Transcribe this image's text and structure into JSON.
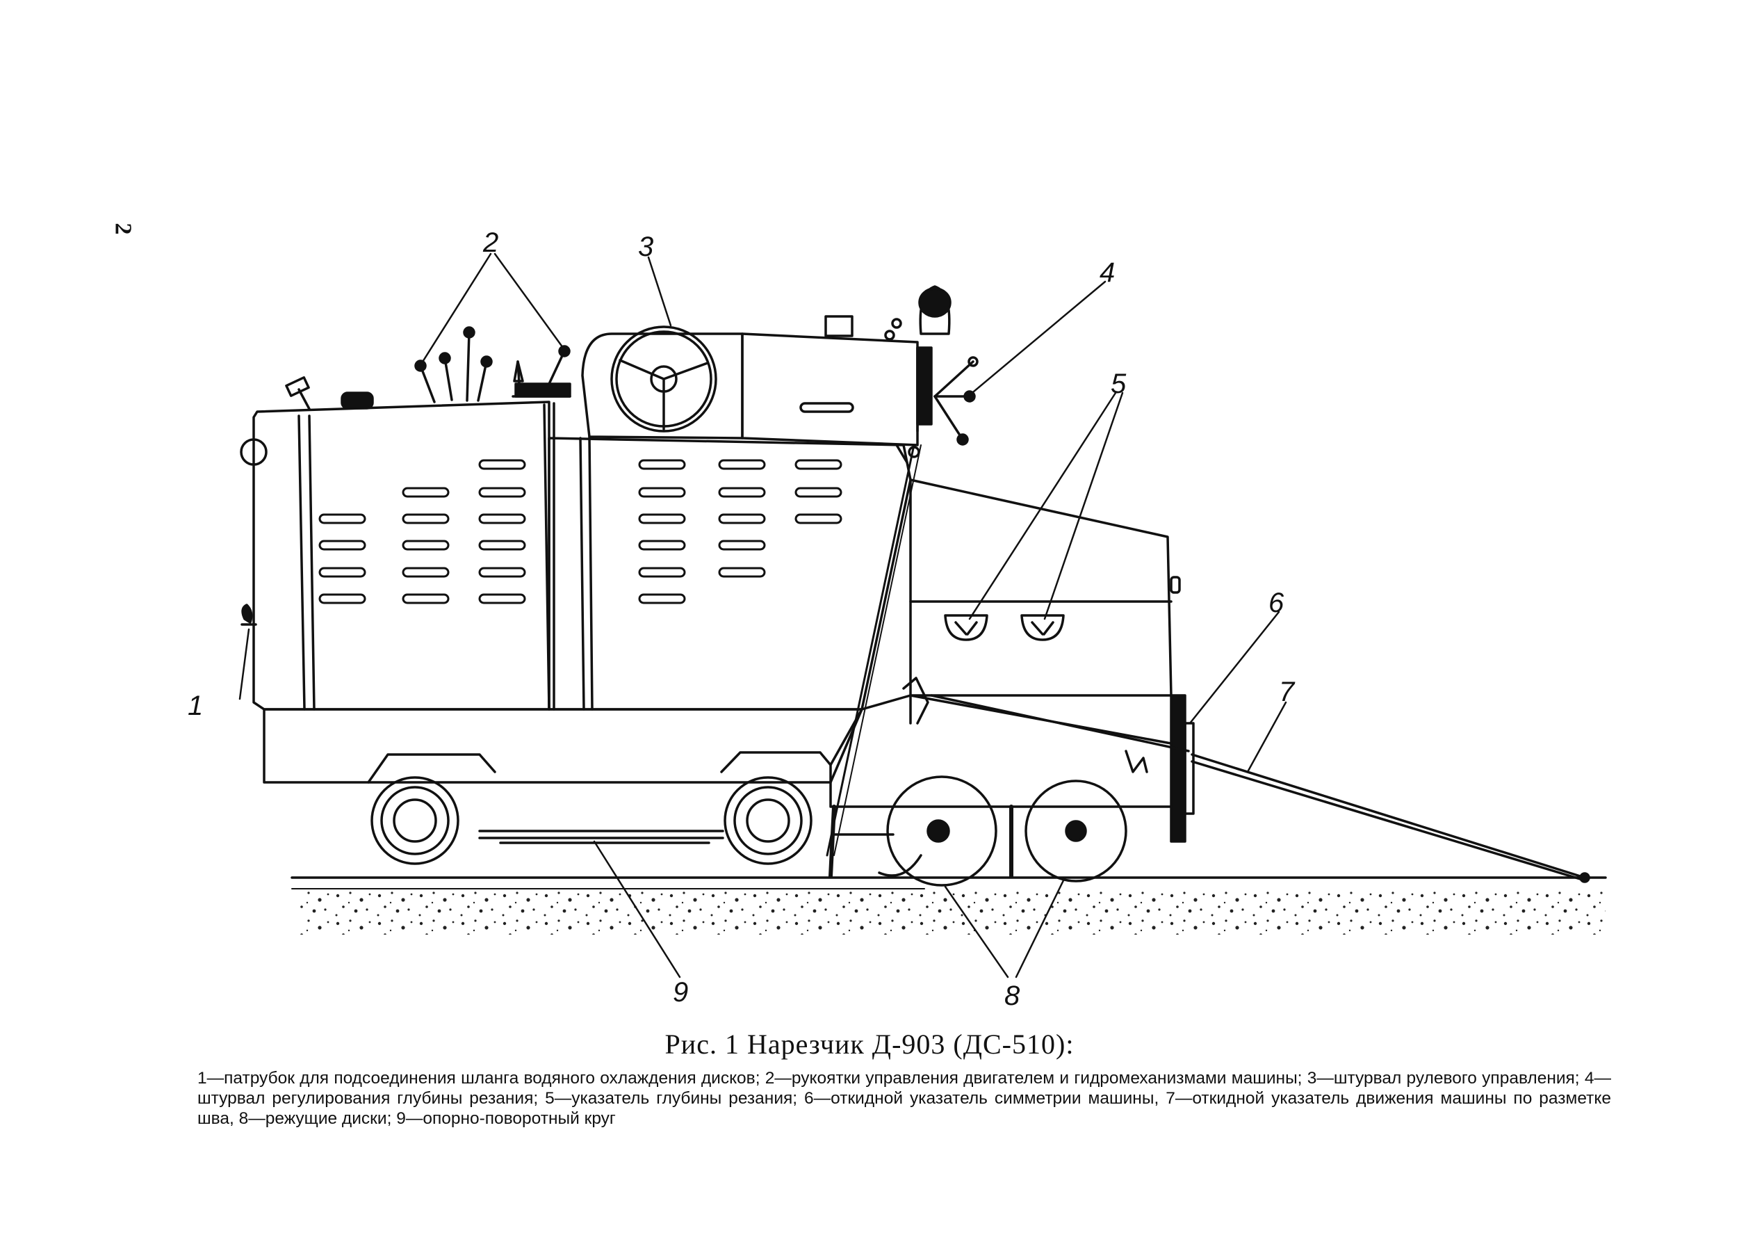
{
  "page_number": "2",
  "callouts": {
    "c1": "1",
    "c2": "2",
    "c3": "3",
    "c4": "4",
    "c5": "5",
    "c6": "6",
    "c7": "7",
    "c8": "8",
    "c9": "9"
  },
  "caption": {
    "title": "Рис. 1 Нарезчик Д-903 (ДС-510):",
    "items": [
      "1—патрубок для подсоединения шланга водяного охлаждения дисков;",
      "2—рукоятки управления двигателем и гидромеханизмами машины;",
      "3—штурвал рулевого управления;",
      "4—штурвал регулирования глубины резания;",
      "5—указатель глубины резания;",
      "6—откидной указатель симметрии машины,",
      "7—откидной указатель движения машины по разметке шва,",
      "8—режущие диски;",
      "9—опорно-поворотный круг"
    ]
  }
}
